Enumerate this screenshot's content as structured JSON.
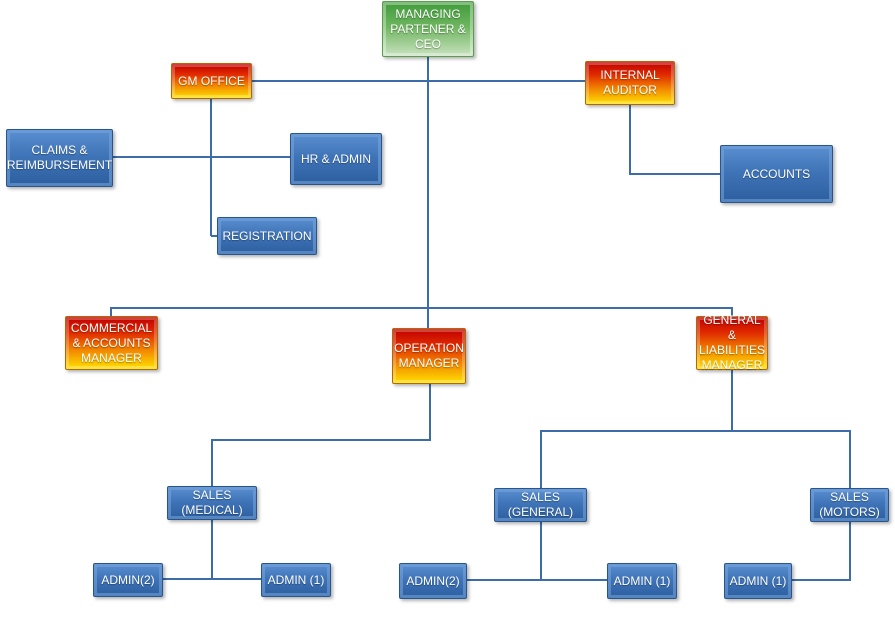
{
  "nodes": {
    "ceo": {
      "lines": [
        "MANAGING",
        "PARTENER &",
        "CEO"
      ]
    },
    "gm_office": {
      "lines": [
        "GM OFFICE"
      ]
    },
    "internal_auditor": {
      "lines": [
        "INTERNAL",
        "AUDITOR"
      ]
    },
    "claims": {
      "lines": [
        "CLAIMS &",
        "REIMBURSEMENT"
      ]
    },
    "hr_admin": {
      "lines": [
        "HR & ADMIN"
      ]
    },
    "registration": {
      "lines": [
        "REGISTRATION"
      ]
    },
    "accounts": {
      "lines": [
        "ACCOUNTS"
      ]
    },
    "commercial": {
      "lines": [
        "COMMERCIAL",
        "& ACCOUNTS",
        "MANAGER"
      ]
    },
    "operation": {
      "lines": [
        "OPERATION",
        "MANAGER"
      ]
    },
    "general": {
      "lines": [
        "GENERAL &",
        "LIABILITIES",
        "MANAGER"
      ]
    },
    "sales_medical": {
      "lines": [
        "SALES",
        "(MEDICAL)"
      ]
    },
    "sales_general": {
      "lines": [
        "SALES",
        "(GENERAL)"
      ]
    },
    "sales_motors": {
      "lines": [
        "SALES",
        "(MOTORS)"
      ]
    },
    "admin_med_2": {
      "lines": [
        "ADMIN(2)"
      ]
    },
    "admin_med_1": {
      "lines": [
        "ADMIN (1)"
      ]
    },
    "admin_gen_2": {
      "lines": [
        "ADMIN(2)"
      ]
    },
    "admin_gen_1": {
      "lines": [
        "ADMIN (1)"
      ]
    },
    "admin_mot_1": {
      "lines": [
        "ADMIN (1)"
      ]
    }
  },
  "colors": {
    "connector": "#3d6da8",
    "blue": "#3f74b8",
    "green": "#6db55f",
    "hot_top": "#c00000",
    "hot_bottom": "#ffe000"
  }
}
